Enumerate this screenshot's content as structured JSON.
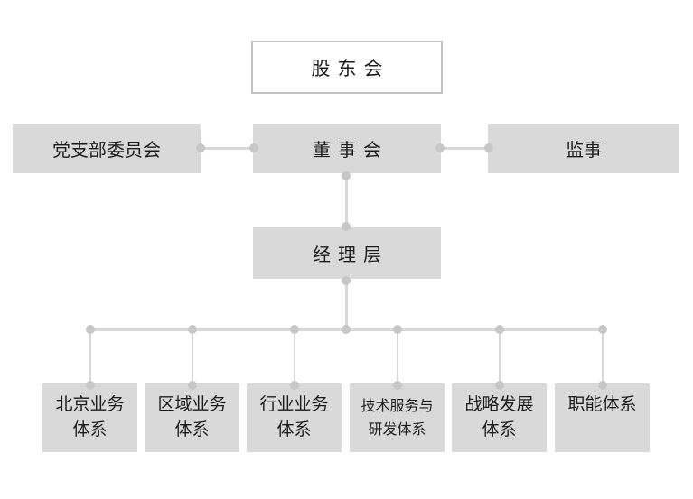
{
  "colors": {
    "bg": "#ffffff",
    "box_fill": "#d9d9d9",
    "line": "#d8d8d8",
    "dot": "#c7c7c7",
    "root_fill": "#ffffff",
    "root_border": "#c2c2c2",
    "text": "#1c1c1c"
  },
  "org_chart": {
    "root": {
      "label": "股东会"
    },
    "level2": [
      {
        "label": "党支部委员会"
      },
      {
        "label": "董事会"
      },
      {
        "label": "监事"
      }
    ],
    "level3": {
      "label": "经理层"
    },
    "level4": [
      {
        "label": "北京业务\n体系"
      },
      {
        "label": "区域业务\n体系"
      },
      {
        "label": "行业业务\n体系"
      },
      {
        "label": "技术服务与\n研发体系"
      },
      {
        "label": "战略发展\n体系"
      },
      {
        "label": "职能体系"
      }
    ]
  }
}
